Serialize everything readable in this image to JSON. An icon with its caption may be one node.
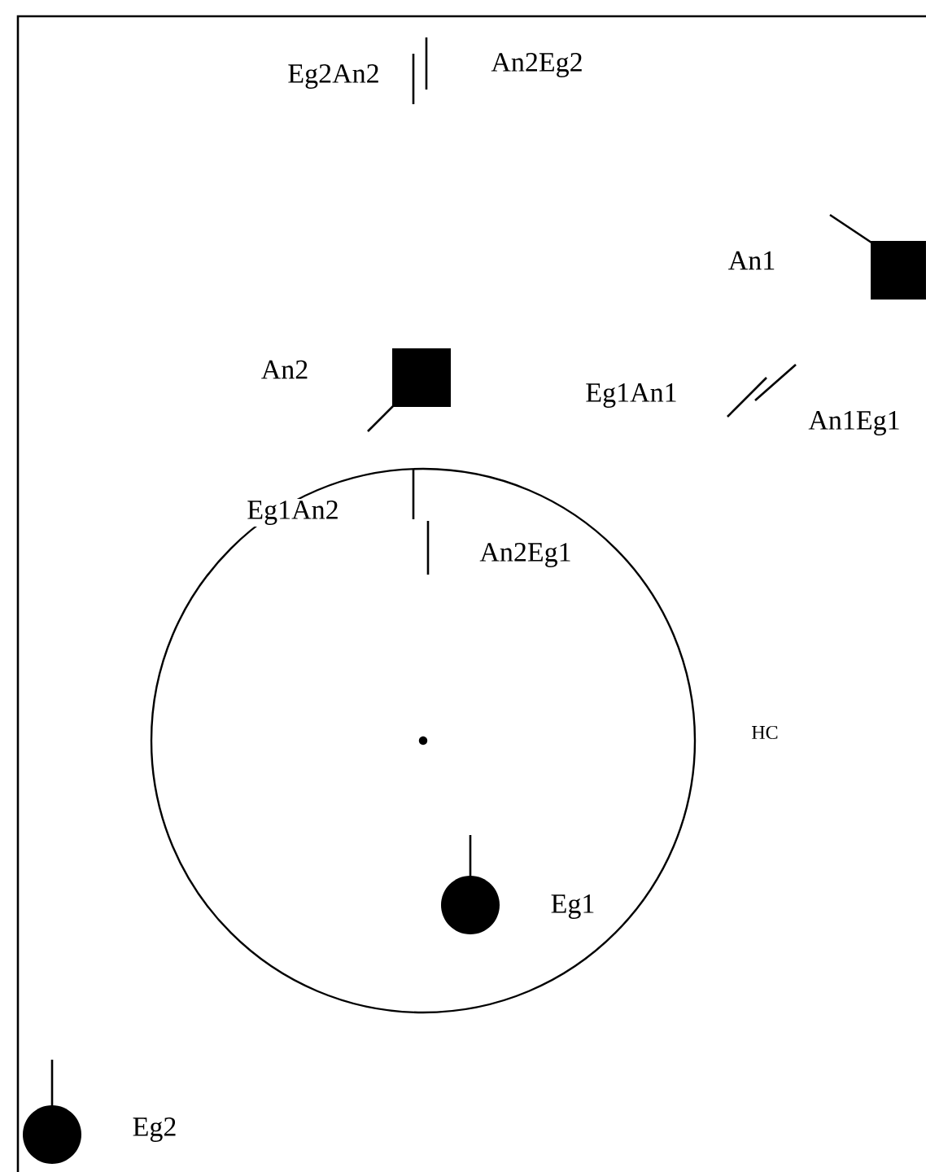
{
  "diagram": {
    "nodes": [
      {
        "text": [],
        "shape": "circle",
        "beside": [
          "HC"
        ]
      },
      {
        "text": [],
        "shape": "box",
        "beside": [
          "An1"
        ]
      },
      {
        "text": [],
        "shape": "box",
        "beside": [
          "An2"
        ]
      },
      {
        "text": [],
        "shape": "circle",
        "beside": [
          "Eg1"
        ],
        "in": 0
      },
      {
        "text": [],
        "shape": "circle",
        "beside": [
          "Eg2"
        ]
      }
    ],
    "labels": [
      "Eg2An2",
      "An2Eg2",
      "Eg1An1",
      "An1Eg1",
      "Eg1An2",
      "An2Eg1"
    ]
  }
}
